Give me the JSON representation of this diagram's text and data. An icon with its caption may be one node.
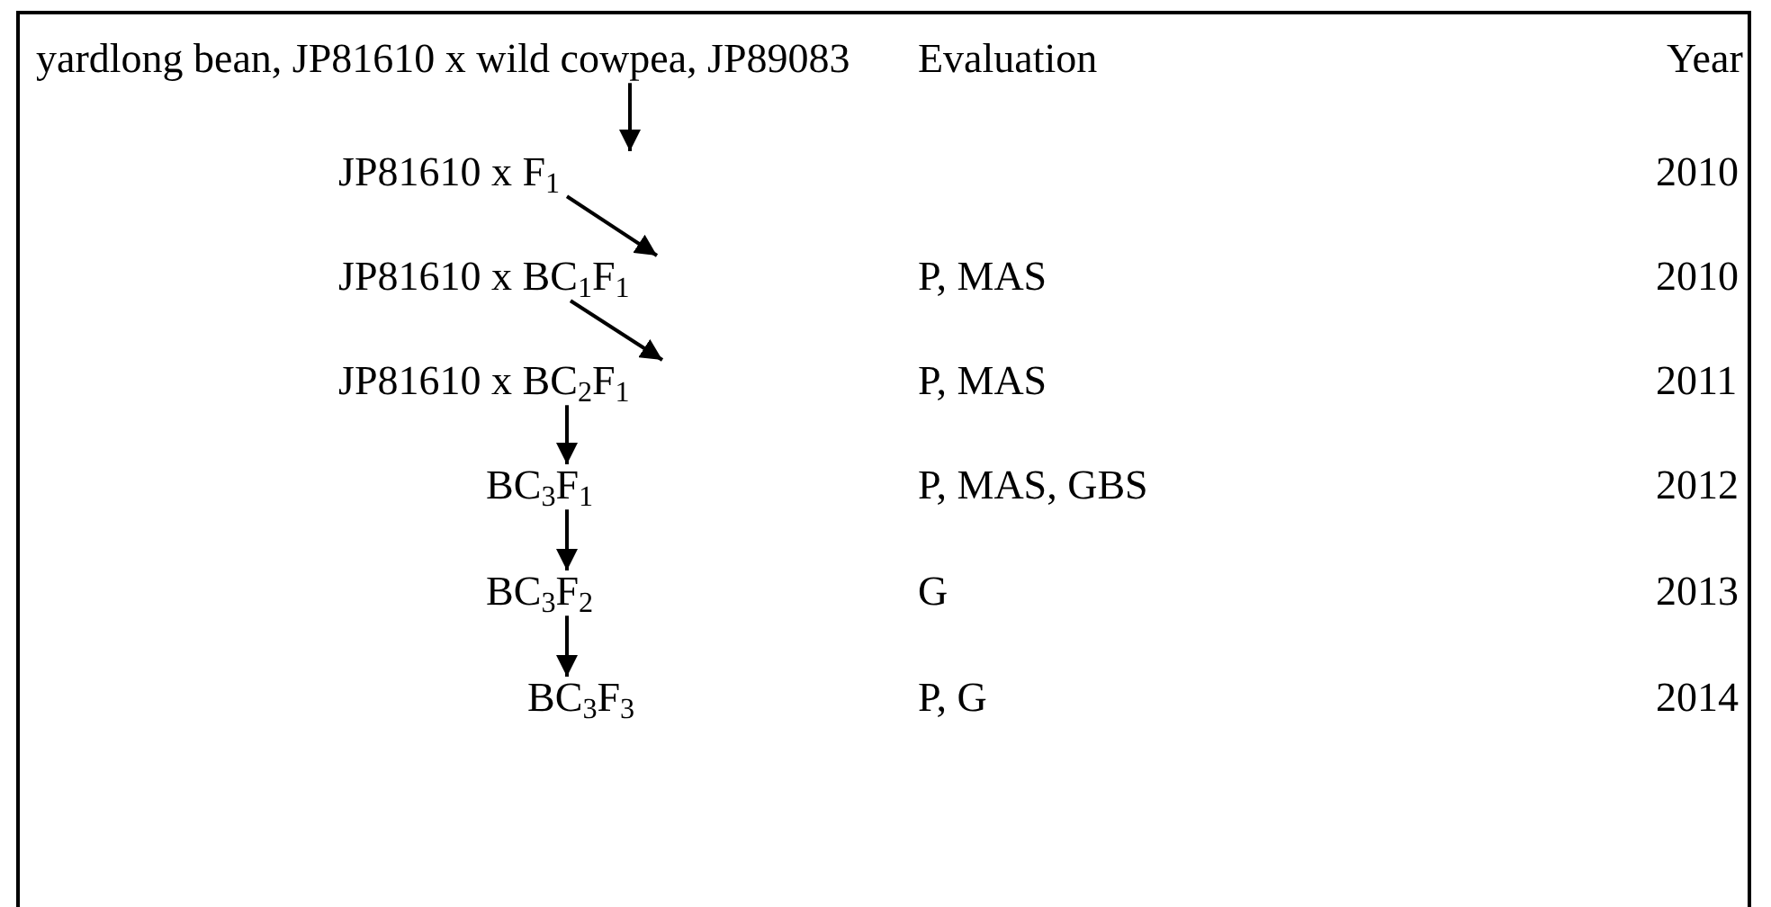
{
  "diagram": {
    "nodes": [
      {
        "text": [
          "yardlong bean, JP81610 x wild cowpea, JP89083"
        ]
      },
      {
        "text": [
          "JP81610 x F$_{1}$"
        ]
      },
      {
        "text": [
          "JP81610 x BC$_{1}$F$_{1}$"
        ]
      },
      {
        "text": [
          "JP81610 x BC$_{2}$F$_{1}$"
        ]
      },
      {
        "text": [
          "BC$_{3}$F$_{1}$"
        ]
      },
      {
        "text": [
          "BC$_{3}$F$_{2}$"
        ]
      },
      {
        "text": [
          "BC$_{3}$F$_{3}$"
        ]
      }
    ],
    "edges": [
      {
        "from": 0,
        "to": 1,
        "arrow": "to"
      },
      {
        "from": 1,
        "to": 2,
        "arrow": "to"
      },
      {
        "from": 2,
        "to": 3,
        "arrow": "to"
      },
      {
        "from": 3,
        "to": 4,
        "arrow": "to"
      },
      {
        "from": 4,
        "to": 5,
        "arrow": "to"
      },
      {
        "from": 5,
        "to": 6,
        "arrow": "to"
      }
    ],
    "labels": [
      "Evaluation",
      "Year",
      "2010",
      "P, MAS",
      "2010",
      "P, MAS",
      "2011",
      "P, MAS, GBS",
      "2012",
      "G",
      "2013",
      "P, G",
      "2014"
    ]
  }
}
